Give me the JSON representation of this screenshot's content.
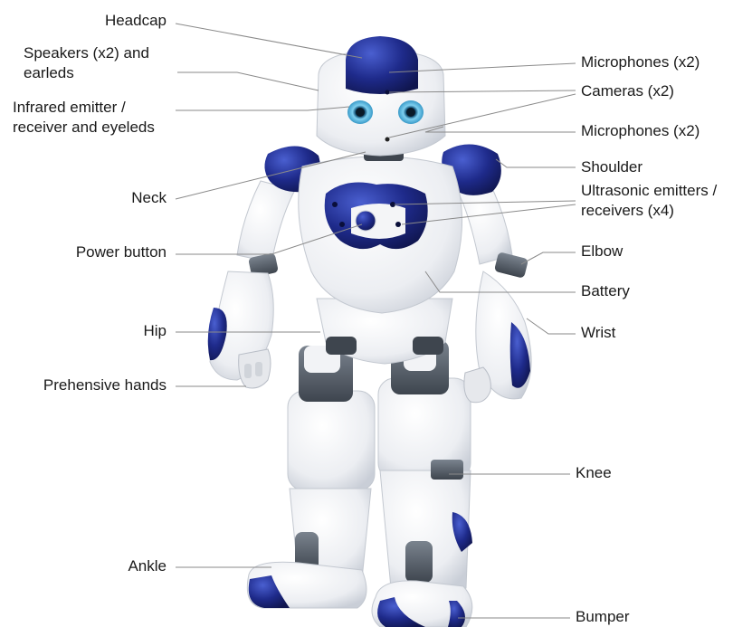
{
  "colors": {
    "body_white": "#f4f5f7",
    "body_shade": "#d5d9e0",
    "accent_blue": "#1e2a8a",
    "accent_blue_light": "#3346b0",
    "joint_gray": "#5a6470",
    "eye_cyan": "#6ec6ea",
    "leader_line": "#8a8a8a",
    "text": "#1a1a1a"
  },
  "labels": {
    "headcap": "Headcap",
    "speakers": "Speakers (x2) and\nearleds",
    "infrared": "Infrared emitter /\nreceiver and eyeleds",
    "neck": "Neck",
    "power_button": "Power button",
    "hip": "Hip",
    "prehensive_hands": "Prehensive hands",
    "ankle": "Ankle",
    "microphones_top": "Microphones (x2)",
    "cameras": "Cameras (x2)",
    "microphones_face": "Microphones (x2)",
    "shoulder": "Shoulder",
    "ultrasonic": "Ultrasonic emitters /\nreceivers (x4)",
    "elbow": "Elbow",
    "battery": "Battery",
    "wrist": "Wrist",
    "knee": "Knee",
    "bumper": "Bumper"
  }
}
